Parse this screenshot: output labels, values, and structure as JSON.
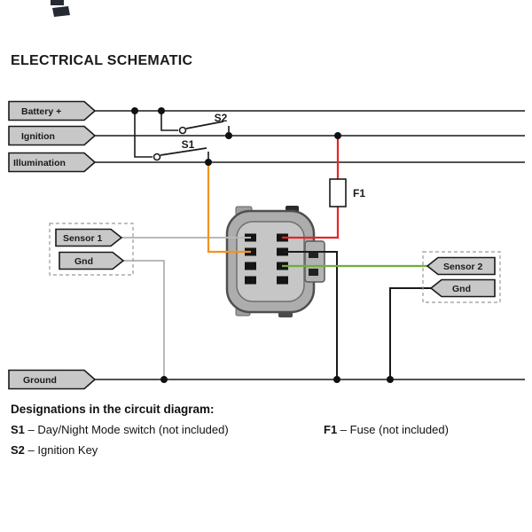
{
  "title": "ELECTRICAL SCHEMATIC",
  "tags": {
    "battery": "Battery +",
    "ignition": "Ignition",
    "illumination": "Illumination",
    "sensor1": "Sensor 1",
    "sensor1_gnd": "Gnd",
    "sensor2": "Sensor 2",
    "sensor2_gnd": "Gnd",
    "ground": "Ground"
  },
  "component_labels": {
    "s1": "S1",
    "s2": "S2",
    "f1": "F1"
  },
  "legend": {
    "heading": "Designations in the circuit diagram:",
    "items": [
      {
        "id": "S1",
        "desc": "– Day/Night Mode switch (not included)"
      },
      {
        "id": "S2",
        "desc": "– Ignition Key"
      },
      {
        "id": "F1",
        "desc": "– Fuse (not included)"
      }
    ]
  },
  "colors": {
    "wire": "#1a1a1a",
    "wire_orange": "#f6921e",
    "wire_red": "#ec2224",
    "wire_green": "#70ad3f",
    "wire_gray": "#b9b9b9",
    "tag_fill": "#c8c8c8",
    "connector_body": "#adadad",
    "connector_face": "#c6c6c6"
  }
}
